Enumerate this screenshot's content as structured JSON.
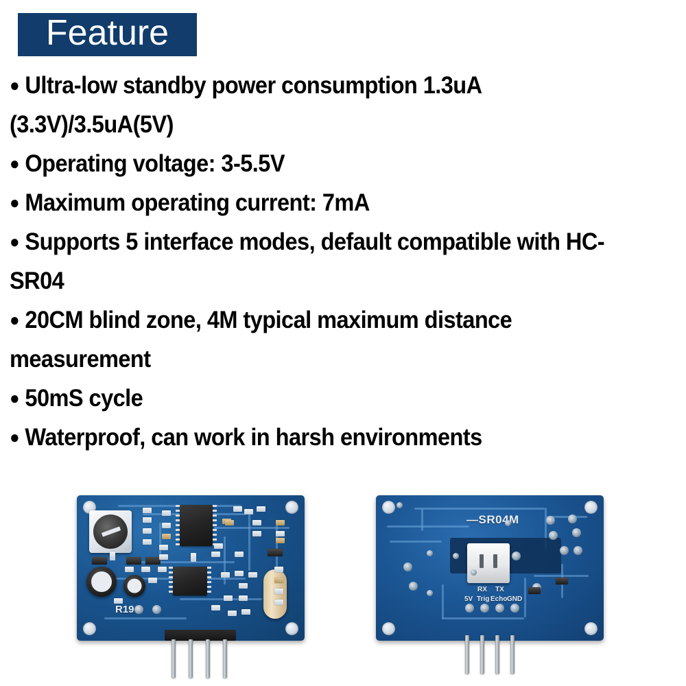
{
  "header": {
    "title": "Feature",
    "badge_color": "#113c6b",
    "text_color": "#ffffff"
  },
  "features": {
    "bullet_glyph": "●",
    "items": [
      "Ultra-low standby power consumption 1.3uA (3.3V)/3.5uA(5V)",
      "Operating voltage: 3-5.5V",
      "Maximum operating current: 7mA",
      "Supports 5 interface modes, default compatible with HC-SR04",
      "20CM blind zone, 4M typical maximum distance measurement",
      "50mS cycle",
      "Waterproof, can work in harsh environments"
    ]
  },
  "boards": {
    "pcb_color": "#1a5590",
    "front": {
      "name": "pcb-front-view",
      "silkscreen": {
        "reference": "R19"
      }
    },
    "back": {
      "name": "pcb-back-view",
      "silkscreen": {
        "model": "—SR04M",
        "pin_labels_top": [
          "RX",
          "TX"
        ],
        "pin_labels_bottom": [
          "5V",
          "Trig",
          "Echo",
          "GND"
        ]
      }
    }
  }
}
